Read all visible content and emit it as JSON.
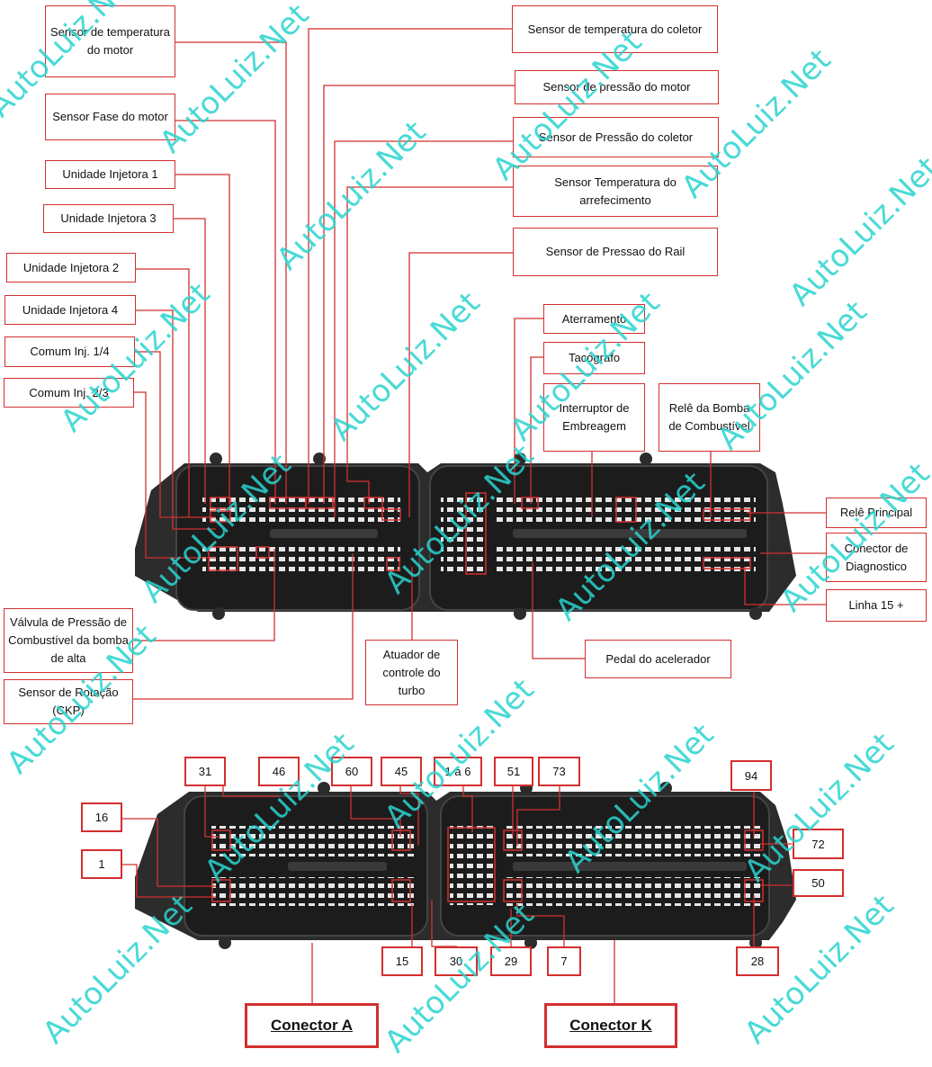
{
  "diagram": {
    "watermark": "AutoLuiz.Net",
    "accent_color": "#d32f2f",
    "watermark_color": "#2ad4cf",
    "top_labels": [
      {
        "id": "sensor-temp-motor",
        "text": "Sensor de temperatura do motor"
      },
      {
        "id": "sensor-fase-motor",
        "text": "Sensor Fase do motor"
      },
      {
        "id": "unidade-injetora-1",
        "text": "Unidade Injetora 1"
      },
      {
        "id": "unidade-injetora-3",
        "text": "Unidade Injetora 3"
      },
      {
        "id": "unidade-injetora-2",
        "text": "Unidade Injetora 2"
      },
      {
        "id": "unidade-injetora-4",
        "text": "Unidade Injetora 4"
      },
      {
        "id": "comum-inj-14",
        "text": "Comum Inj. 1/4"
      },
      {
        "id": "comum-inj-23",
        "text": "Comum Inj. 2/3"
      },
      {
        "id": "sensor-temp-coletor",
        "text": "Sensor de temperatura do coletor"
      },
      {
        "id": "sensor-pressao-motor",
        "text": "Sensor de pressão do motor"
      },
      {
        "id": "sensor-pressao-coletor",
        "text": "Sensor de Pressão do coletor"
      },
      {
        "id": "sensor-temp-arrefecimento",
        "text": "Sensor Temperatura do arrefecimento"
      },
      {
        "id": "sensor-pressao-rail",
        "text": "Sensor de Pressao do Rail"
      },
      {
        "id": "aterramento",
        "text": "Aterramento"
      },
      {
        "id": "tacografo",
        "text": "Tacógrafo"
      },
      {
        "id": "interruptor-embreagem",
        "text": "Interruptor de Embreagem"
      },
      {
        "id": "rele-bomba",
        "text": "Relê da Bomba de Combustível"
      },
      {
        "id": "rele-principal",
        "text": "Relê Principal"
      },
      {
        "id": "conector-diagnostico",
        "text": "Conector de Diagnostico"
      },
      {
        "id": "linha-15",
        "text": "Linha 15 +"
      },
      {
        "id": "valvula-pressao",
        "text": "Válvula de Pressão de Combustível da bomba de alta"
      },
      {
        "id": "sensor-rotacao",
        "text": "Sensor de Rotação (CKP)"
      },
      {
        "id": "atuador-turbo",
        "text": "Atuador de controle do turbo"
      },
      {
        "id": "pedal-acelerador",
        "text": "Pedal do acelerador"
      }
    ],
    "pin_numbers": {
      "p31": "31",
      "p46": "46",
      "p60": "60",
      "p45": "45",
      "p1a6": "1 a 6",
      "p51": "51",
      "p73": "73",
      "p94": "94",
      "p16": "16",
      "p1": "1",
      "p72": "72",
      "p50": "50",
      "p15": "15",
      "p30": "30",
      "p29": "29",
      "p7": "7",
      "p28": "28"
    },
    "connectors": {
      "a": "Conector A",
      "k": "Conector K"
    }
  }
}
